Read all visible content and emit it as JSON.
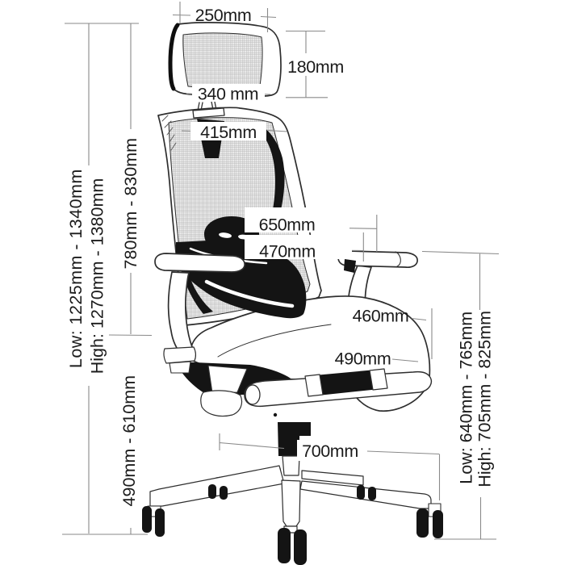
{
  "figure": {
    "title": "Ergonomic office chair dimension diagram",
    "unit": "mm",
    "colors": {
      "background": "#ffffff",
      "ink": "#1b1b1b",
      "outline": "#2e2e2e",
      "dimension_line": "#8a8a8a",
      "mesh": "#b9b9b9",
      "black_fill": "#141414"
    }
  },
  "dimensions": {
    "headrest_width": {
      "label": "250mm"
    },
    "headrest_height": {
      "label": "180mm"
    },
    "headrest_base_width": {
      "label": "340 mm"
    },
    "backrest_width": {
      "label": "415mm"
    },
    "total_height_low": {
      "label": "Low: 1225mm - 1340mm"
    },
    "total_height_high": {
      "label": "High: 1270mm - 1380mm"
    },
    "backrest_height": {
      "label": "780mm - 830mm"
    },
    "overall_width": {
      "label": "650mm"
    },
    "armrest_inner_width": {
      "label": "470mm"
    },
    "seat_width": {
      "label": "460mm"
    },
    "seat_depth": {
      "label": "490mm"
    },
    "seat_height": {
      "label": "490mm - 610mm"
    },
    "base_diameter": {
      "label": "700mm"
    },
    "armrest_height_low": {
      "label": "Low: 640mm - 765mm"
    },
    "armrest_height_high": {
      "label": "High: 705mm - 825mm"
    }
  }
}
